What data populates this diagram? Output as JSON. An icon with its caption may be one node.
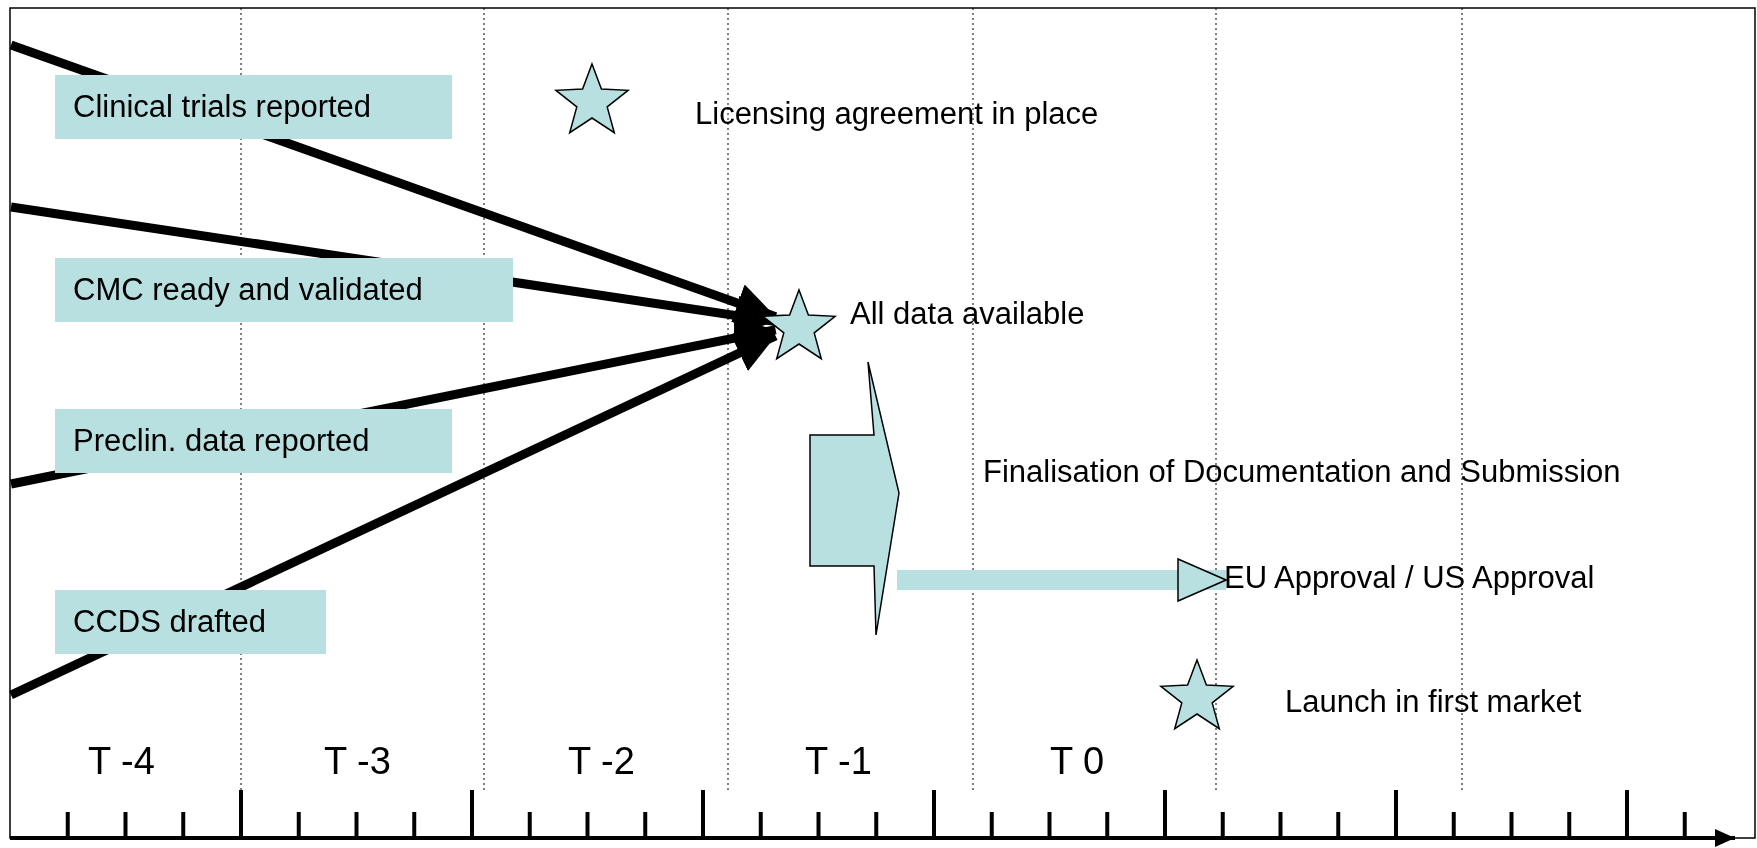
{
  "diagram": {
    "nodes": [
      {
        "text": [
          "Clinical trials reported"
        ]
      },
      {
        "text": [],
        "shape": "star",
        "beside": [
          "Licensing agreement in place"
        ]
      },
      {
        "text": [
          "CMC ready and validated"
        ]
      },
      {
        "text": [],
        "shape": "star",
        "beside": [
          "All data available"
        ]
      },
      {
        "text": [
          "Preclin. data reported"
        ]
      },
      {
        "text": [],
        "shape": "chevron",
        "beside": [
          "Finalisation of Documentation and Submission"
        ]
      },
      {
        "text": [
          "EU Approval / US Approval"
        ]
      },
      {
        "text": [
          "CCDS drafted"
        ]
      },
      {
        "text": [],
        "shape": "star",
        "beside": [
          "Launch in first market"
        ]
      }
    ],
    "edges": [
      {
        "from": null,
        "to": 3,
        "arrow": "to"
      },
      {
        "from": null,
        "to": 3,
        "arrow": "to"
      },
      {
        "from": null,
        "to": 3,
        "arrow": "to"
      },
      {
        "from": null,
        "to": 3,
        "arrow": "to"
      },
      {
        "from": 5,
        "to": 6,
        "arrow": "to",
        "style": "thick",
        "color": "#b9e0e0"
      }
    ],
    "labels": [
      "T -4",
      "T -3",
      "T -2",
      "T -1",
      "T 0"
    ]
  }
}
